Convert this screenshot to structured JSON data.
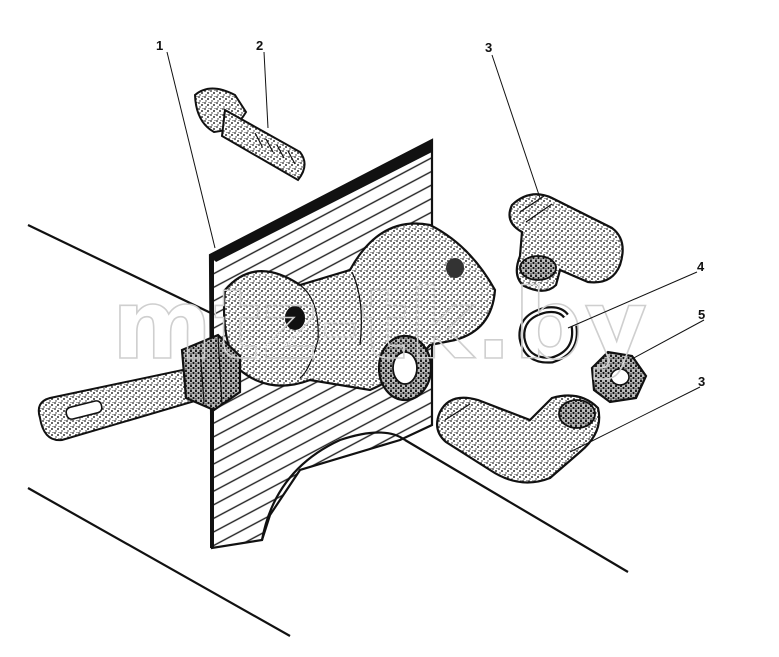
{
  "diagram": {
    "callouts": [
      "1",
      "2",
      "3",
      "3",
      "4",
      "5"
    ],
    "watermark": "mtz-tk.by",
    "colors": {
      "ink": "#111111",
      "paper": "#ffffff",
      "watermark": "#cfcfcf"
    }
  }
}
